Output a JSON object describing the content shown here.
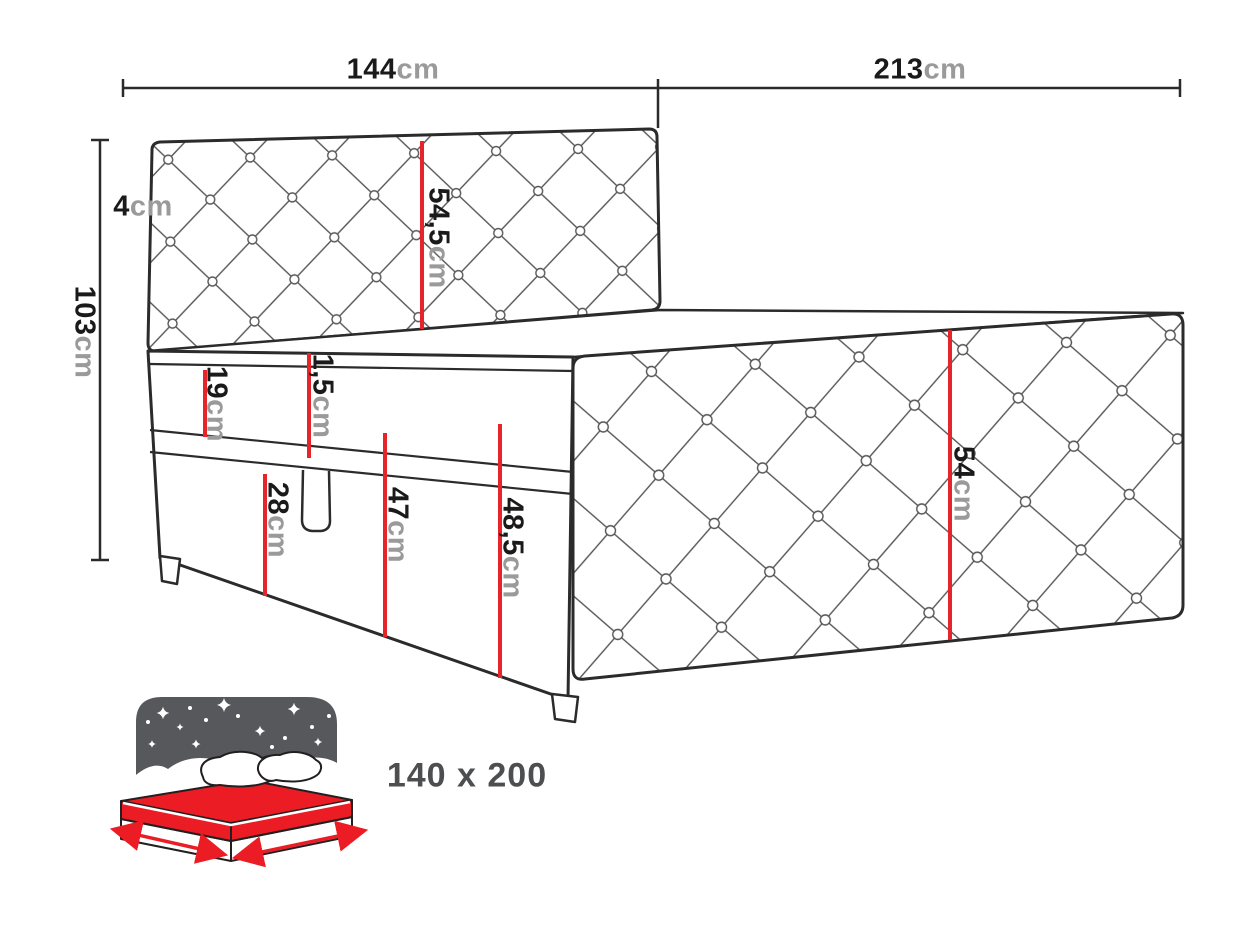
{
  "dims": {
    "w144": {
      "value": "144",
      "unit": "cm"
    },
    "l213": {
      "value": "213",
      "unit": "cm"
    },
    "t4": {
      "value": "4",
      "unit": "cm"
    },
    "h103": {
      "value": "103",
      "unit": "cm"
    },
    "hb545": {
      "value": "54,5",
      "unit": "cm"
    },
    "lip15": {
      "value": "1,5",
      "unit": "cm"
    },
    "m19": {
      "value": "19",
      "unit": "cm"
    },
    "b28": {
      "value": "28",
      "unit": "cm"
    },
    "s47": {
      "value": "47",
      "unit": "cm"
    },
    "f485": {
      "value": "48,5",
      "unit": "cm"
    },
    "fb54": {
      "value": "54",
      "unit": "cm"
    }
  },
  "badge": {
    "size": "140 x 200"
  },
  "colors": {
    "line": "#2b2b2b",
    "dimension_red": "#e8242b",
    "unit_gray": "#9a9a9a",
    "icon_dark": "#57585b",
    "icon_red": "#ec1c24"
  }
}
